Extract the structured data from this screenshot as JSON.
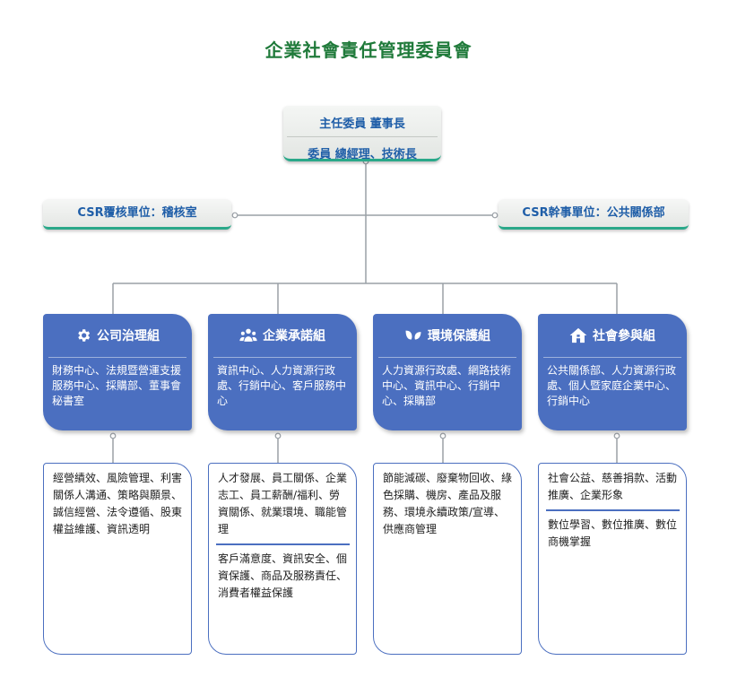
{
  "title": "企業社會責任管理委員會",
  "chair": {
    "line1": "主任委員  董事長",
    "line2": "委員 總經理、技術長"
  },
  "audit_unit": "CSR覆核單位：稽核室",
  "executive_unit": "CSR幹事單位：公共關係部",
  "groups": [
    {
      "icon": "gear-icon",
      "name": "公司治理組",
      "members": "財務中心、法規暨營運支援服務中心、採購部、董事會秘書室",
      "topics": [
        "經營績效、風險管理、利害關係人溝通、策略與願景、誠信經營、法令遵循、股東權益維護、資訊透明"
      ]
    },
    {
      "icon": "people-icon",
      "name": "企業承諾組",
      "members": "資訊中心、人力資源行政處、行銷中心、客戶服務中心",
      "topics": [
        "人才發展、員工關係、企業志工、員工薪酬/福利、勞資關係、就業環境、職能管理",
        "客戶滿意度、資訊安全、個資保護、商品及服務責任、消費者權益保護"
      ]
    },
    {
      "icon": "leaf-icon",
      "name": "環境保護組",
      "members": "人力資源行政處、網路技術中心、資訊中心、行銷中心、採購部",
      "topics": [
        "節能減碳、廢棄物回收、綠色採購、機房、產品及服務、環境永續政策/宣導、供應商管理"
      ]
    },
    {
      "icon": "house-icon",
      "name": "社會參與組",
      "members": "公共關係部、人力資源行政處、個人暨家庭企業中心、行銷中心",
      "topics": [
        "社會公益、慈善捐款、活動推廣、企業形象",
        "數位學習、數位推廣、數位商機掌握"
      ]
    }
  ],
  "colors": {
    "title": "#1f7a3a",
    "accent_teal": "#2aa889",
    "group_blue": "#4b6fc0",
    "connector": "#9aa0a6"
  }
}
